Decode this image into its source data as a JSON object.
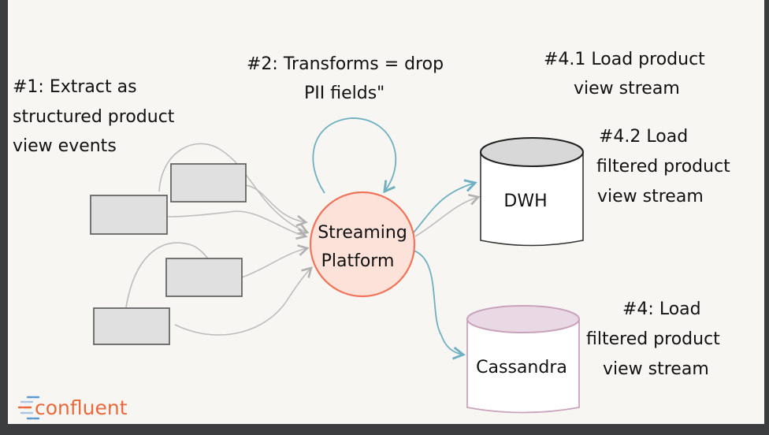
{
  "annotations": {
    "extract": [
      "#1: Extract as",
      "structured product",
      "view events"
    ],
    "transform": [
      "#2: Transforms = drop",
      "PII fields\""
    ],
    "load_product": [
      "#4.1 Load product",
      "view stream"
    ],
    "load_filtered_dwh": [
      "#4.2 Load",
      "filtered product",
      "view stream"
    ],
    "load_filtered_cassandra": [
      "#4: Load",
      "filtered product",
      "view stream"
    ]
  },
  "nodes": {
    "platform": [
      "Streaming",
      "Platform"
    ],
    "dwh": "DWH",
    "cassandra": "Cassandra"
  },
  "logo": "confluent",
  "colors": {
    "platform_stroke": "#f0735a",
    "platform_fill": "#fde2d9",
    "flow_arrow": "#6fb0c0",
    "source_arrow": "#b8b8b8",
    "logo": "#e8693c",
    "logo_mark": "#5b9bd1"
  }
}
